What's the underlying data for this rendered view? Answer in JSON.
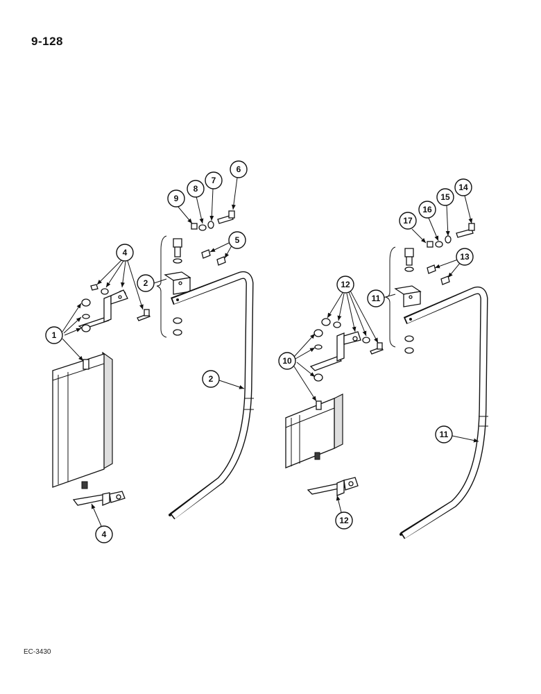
{
  "page_number": "9-128",
  "figure_code": "EC-3430",
  "callouts": {
    "c1": "1",
    "c2a": "2",
    "c2b": "2",
    "c4a": "4",
    "c4b": "4",
    "c5": "5",
    "c6": "6",
    "c7": "7",
    "c8": "8",
    "c9": "9",
    "c10": "10",
    "c11a": "11",
    "c11b": "11",
    "c12a": "12",
    "c12b": "12",
    "c13": "13",
    "c14": "14",
    "c15": "15",
    "c16": "16",
    "c17": "17"
  }
}
